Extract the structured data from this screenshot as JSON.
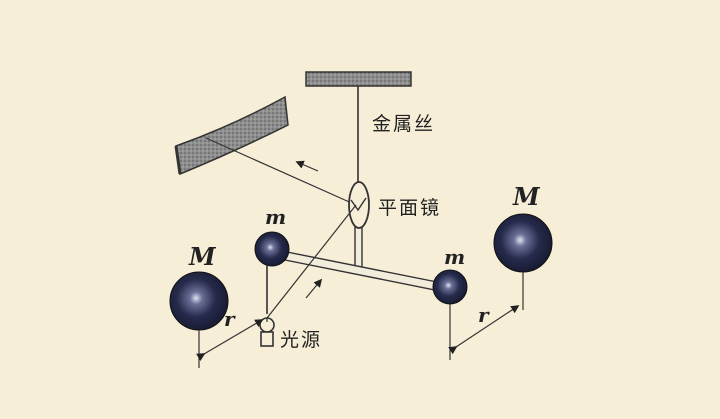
{
  "labels": {
    "wire": "金属丝",
    "mirror": "平面镜",
    "light_source": "光源",
    "small_mass_left": "m",
    "small_mass_right": "m",
    "large_mass_left": "M",
    "large_mass_right": "M",
    "distance_left": "r",
    "distance_right": "r"
  },
  "colors": {
    "background": "#f7eed8",
    "sphere_dark": "#1c2140",
    "sphere_highlight": "#d8dcf0",
    "rod_fill": "#f2ecdc",
    "scale_fill": "#9a9a9a"
  }
}
